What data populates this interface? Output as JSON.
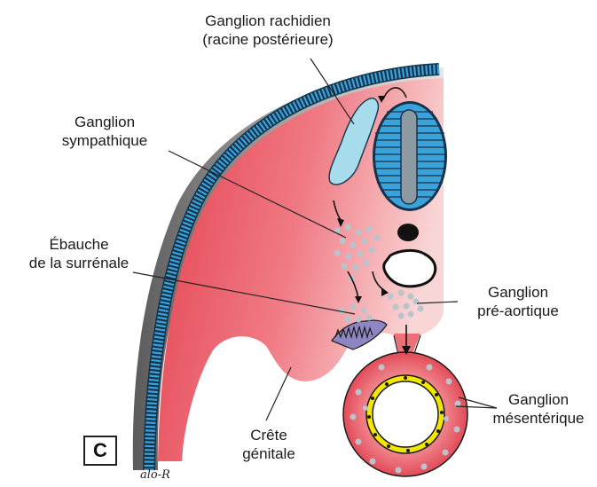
{
  "panel_letter": "C",
  "signature": "alo-R",
  "labels": {
    "ganglion_rachidien": [
      "Ganglion rachidien",
      "(racine postérieure)"
    ],
    "ganglion_sympathique": [
      "Ganglion",
      "sympathique"
    ],
    "ebauche_surrenale": [
      "Ébauche",
      "de la surrénale"
    ],
    "ganglion_preaortique": [
      "Ganglion",
      "pré-aortique"
    ],
    "ganglion_mesenterique": [
      "Ganglion",
      "mésentérique"
    ],
    "crete_genitale": [
      "Crête",
      "génitale"
    ]
  },
  "colors": {
    "body_pink": "#ee6f78",
    "ectoderm_blue": "#3ba3dc",
    "ganglion_light_blue": "#a7dced",
    "neural_gray": "#8e9aa3",
    "cell_gray": "#b9c3cc",
    "adrenal_purple": "#8d86c2",
    "gut_yellow": "#f3e600"
  }
}
